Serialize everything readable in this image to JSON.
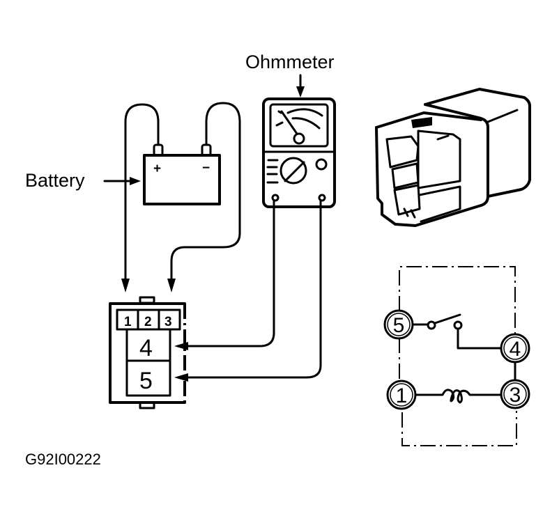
{
  "labels": {
    "ohmmeter": "Ohmmeter",
    "battery": "Battery",
    "figure_code": "G92I00222"
  },
  "battery": {
    "positive_symbol": "+",
    "negative_symbol": "−"
  },
  "connector": {
    "top_pins": [
      "1",
      "2",
      "3"
    ],
    "middle_pin": "4",
    "bottom_pin": "5"
  },
  "schematic": {
    "terminals": [
      "5",
      "4",
      "1",
      "3"
    ],
    "coil_symbol": "coil",
    "switch_state": "open"
  }
}
